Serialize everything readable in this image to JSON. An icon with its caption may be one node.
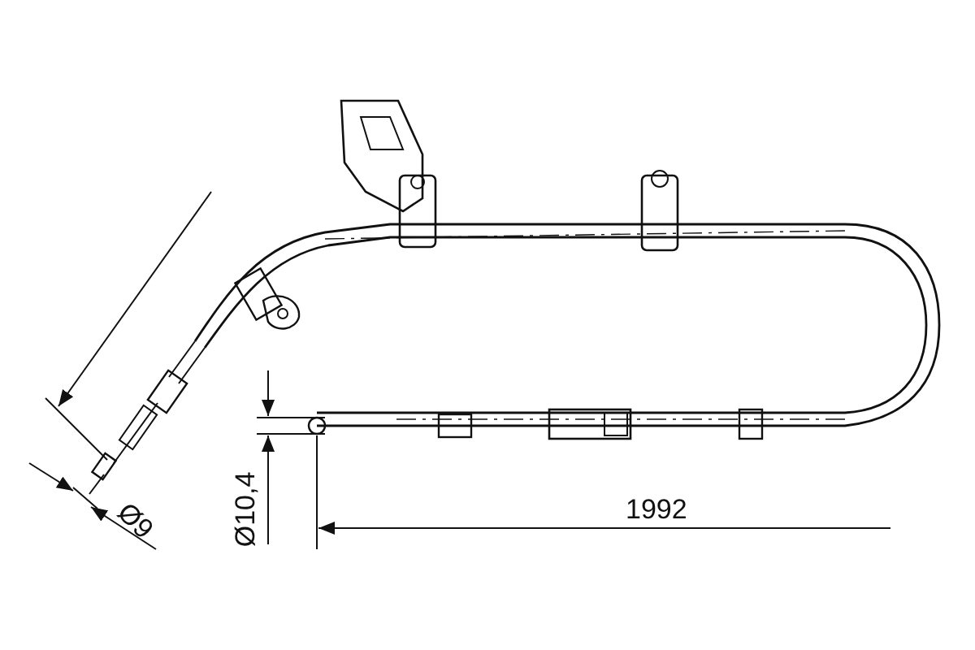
{
  "diagram": {
    "labels": [
      "Ø9",
      "Ø10,4",
      "1992"
    ]
  }
}
